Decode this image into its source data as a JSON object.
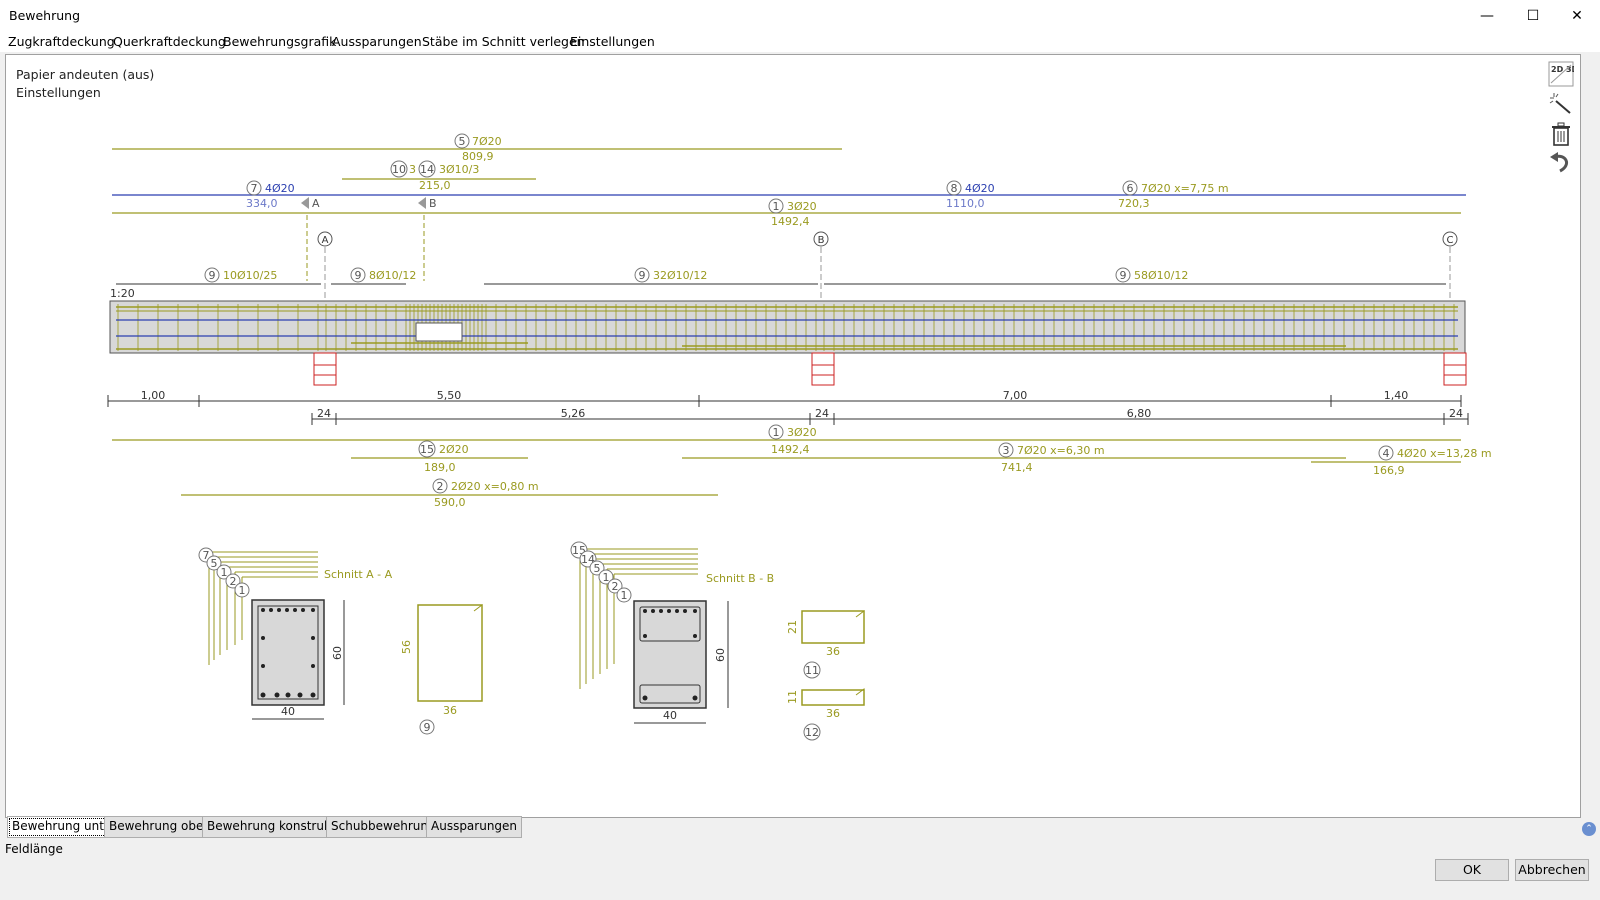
{
  "window": {
    "title": "Bewehrung",
    "minimize": "—",
    "maximize": "☐",
    "close": "✕"
  },
  "menu": [
    "Zugkraftdeckung",
    "Querkraftdeckung",
    "Bewehrungsgrafik",
    "Aussparungen",
    "Stäbe im Schnitt verlegen",
    "Einstellungen"
  ],
  "canvas": {
    "paper_toggle": "Papier andeuten (aus)",
    "settings": "Einstellungen",
    "scale": "1:20",
    "toolbar": {
      "view_2d3d": "2D 3D",
      "icons": [
        "2d-3d-toggle-icon",
        "magic-wand-icon",
        "trash-icon",
        "undo-icon"
      ]
    }
  },
  "drawing": {
    "colors": {
      "rebar_olive": "#9a9a20",
      "rebar_blue": "#2b3fb0",
      "beam_fill": "#d8d8d8",
      "support_red": "#cc2222",
      "dim": "#333333"
    },
    "top_bars": [
      {
        "pos": "5",
        "label": "7Ø20",
        "length": "809,9"
      },
      {
        "pos": "10",
        "label": "3"
      },
      {
        "pos": "14",
        "label": "3Ø10/3"
      },
      {
        "pos": "",
        "label": "215,0"
      },
      {
        "pos": "7",
        "label": "4Ø20",
        "length": "334,0"
      },
      {
        "pos": "8",
        "label": "4Ø20",
        "length": "1110,0"
      },
      {
        "pos": "6",
        "label": "7Ø20 x=7,75 m",
        "length": "720,3"
      },
      {
        "pos": "1",
        "label": "3Ø20",
        "length": "1492,4"
      }
    ],
    "section_markers": [
      "A",
      "B"
    ],
    "axes": [
      "A",
      "B",
      "C"
    ],
    "stirrup_groups": [
      {
        "pos": "9",
        "label": "10Ø10/25"
      },
      {
        "pos": "9",
        "label": "8Ø10/12"
      },
      {
        "pos": "9",
        "label": "32Ø10/12"
      },
      {
        "pos": "9",
        "label": "58Ø10/12"
      }
    ],
    "dims_row1": [
      "1,00",
      "5,50",
      "7,00",
      "1,40"
    ],
    "dims_row2": [
      "24",
      "5,26",
      "24",
      "6,80",
      "24"
    ],
    "bottom_bars": [
      {
        "pos": "1",
        "label": "3Ø20",
        "length": "1492,4"
      },
      {
        "pos": "15",
        "label": "2Ø20",
        "length": "189,0"
      },
      {
        "pos": "3",
        "label": "7Ø20 x=6,30 m",
        "length": "741,4"
      },
      {
        "pos": "4",
        "label": "4Ø20 x=13,28 m",
        "length": "166,9"
      },
      {
        "pos": "2",
        "label": "2Ø20 x=0,80 m",
        "length": "590,0"
      }
    ],
    "section_a": {
      "title": "Schnitt A - A",
      "width": "40",
      "height": "60",
      "pos_stack": [
        "7",
        "5",
        "1",
        "2",
        "1"
      ]
    },
    "stirrup_9": {
      "pos": "9",
      "width": "36",
      "height": "56"
    },
    "section_b": {
      "title": "Schnitt B - B",
      "width": "40",
      "height": "60",
      "pos_stack": [
        "15",
        "14",
        "5",
        "1",
        "2",
        "1"
      ]
    },
    "stirrup_11": {
      "pos": "11",
      "width": "36",
      "height": "21"
    },
    "stirrup_12": {
      "pos": "12",
      "width": "36",
      "height": "11"
    }
  },
  "tabs": [
    "Bewehrung unten",
    "Bewehrung oben",
    "Bewehrung konstruktiv",
    "Schubbewehrung",
    "Aussparungen"
  ],
  "status": "Feldlänge",
  "buttons": {
    "ok": "OK",
    "cancel": "Abbrechen"
  }
}
